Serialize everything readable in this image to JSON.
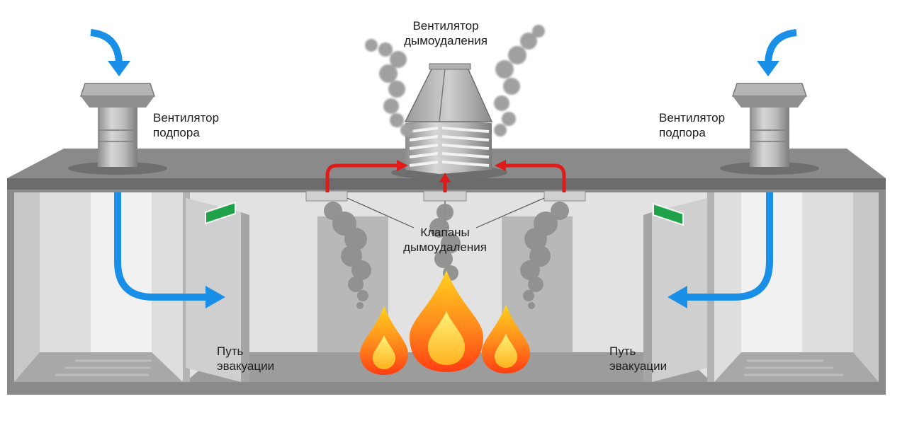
{
  "labels": {
    "smoke_fan": [
      "Вентилятор",
      "дымоудаления"
    ],
    "supply_fan_left": [
      "Вентилятор",
      "подпора"
    ],
    "supply_fan_right": [
      "Вентилятор",
      "подпора"
    ],
    "smoke_dampers": [
      "Клапаны",
      "дымоудаления"
    ],
    "escape_route_left": [
      "Путь",
      "эвакуации"
    ],
    "escape_route_right": [
      "Путь",
      "эвакуации"
    ]
  },
  "colors": {
    "fresh_air": "#1a8fe8",
    "smoke_flow": "#e01919",
    "smoke": "#8f8f8f",
    "exit_sign": "#1fa24a",
    "building": "#7c7c7c"
  }
}
